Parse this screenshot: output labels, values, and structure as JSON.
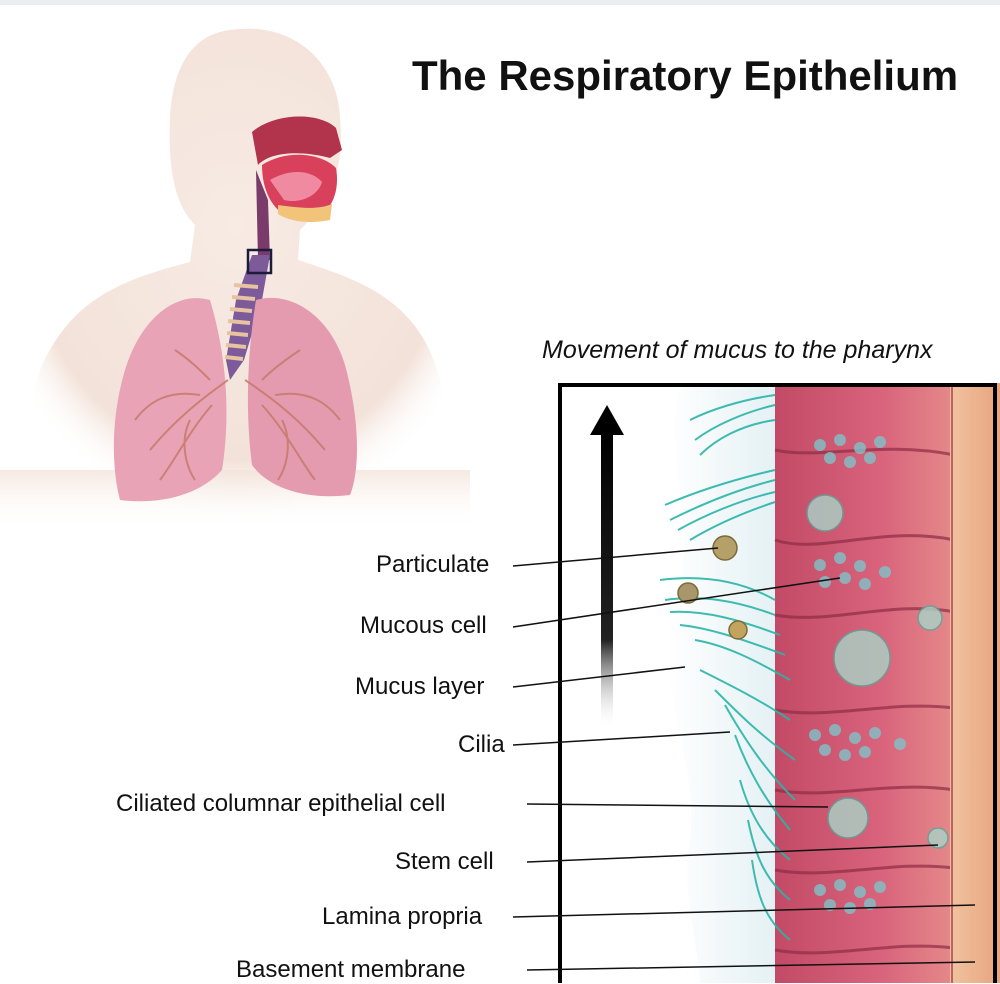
{
  "title": "The Respiratory Epithelium",
  "subtitle": "Movement of mucus to the pharynx",
  "labels": {
    "particulate": "Particulate",
    "mucous_cell": "Mucous cell",
    "mucus_layer": "Mucus layer",
    "cilia": "Cilia",
    "ciliated_cell": "Ciliated columnar epithelial cell",
    "stem_cell": "Stem cell",
    "lamina_propria": "Lamina propria",
    "basement_membrane": "Basement membrane"
  },
  "colors": {
    "skin": "#f4e4da",
    "lung": "#e8a3b7",
    "epithelium": "#c9506a",
    "cilia": "#2bb5a8",
    "lamina": "#e9b48c"
  }
}
